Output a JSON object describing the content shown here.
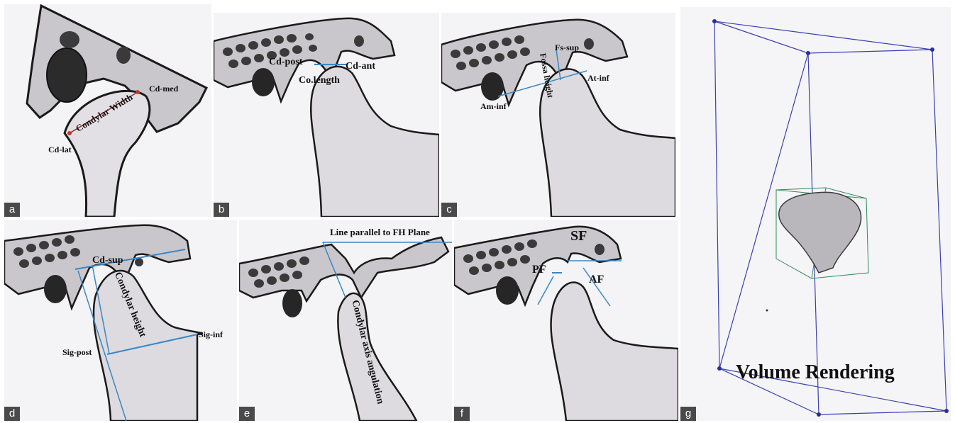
{
  "figure": {
    "panel_tags": [
      "a",
      "b",
      "c",
      "d",
      "e",
      "f",
      "g"
    ],
    "panel_a": {
      "labels": {
        "cd_med": "Cd-med",
        "cd_lat": "Cd-lat",
        "condylar_width": "Condylar Width"
      }
    },
    "panel_b": {
      "labels": {
        "cd_post": "Cd-post",
        "cd_ant": "Cd-ant",
        "co_length": "Co.length"
      }
    },
    "panel_c": {
      "labels": {
        "fs_sup": "Fs-sup",
        "fossa_height": "Fossa height",
        "at_inf": "At-inf",
        "am_inf": "Am-inf"
      }
    },
    "panel_d": {
      "labels": {
        "cd_sup": "Cd-sup",
        "condylar_height": "Condylar height",
        "sig_inf": "Sig-inf",
        "sig_post": "Sig-post"
      }
    },
    "panel_e": {
      "labels": {
        "fh_line": "Line parallel to FH Plane",
        "axis_angulation": "Condylar axis angulation"
      }
    },
    "panel_f": {
      "labels": {
        "sf": "SF",
        "pf": "PF",
        "af": "AF"
      }
    },
    "panel_g": {
      "labels": {
        "volume": "Volume Rendering"
      }
    },
    "colors": {
      "measure_line": "#3a87c4",
      "box_blue": "#3a3fb0",
      "box_green": "#2e8b57",
      "ink": "#1a1a1a",
      "bone_shade": "#b9b6bc"
    }
  }
}
